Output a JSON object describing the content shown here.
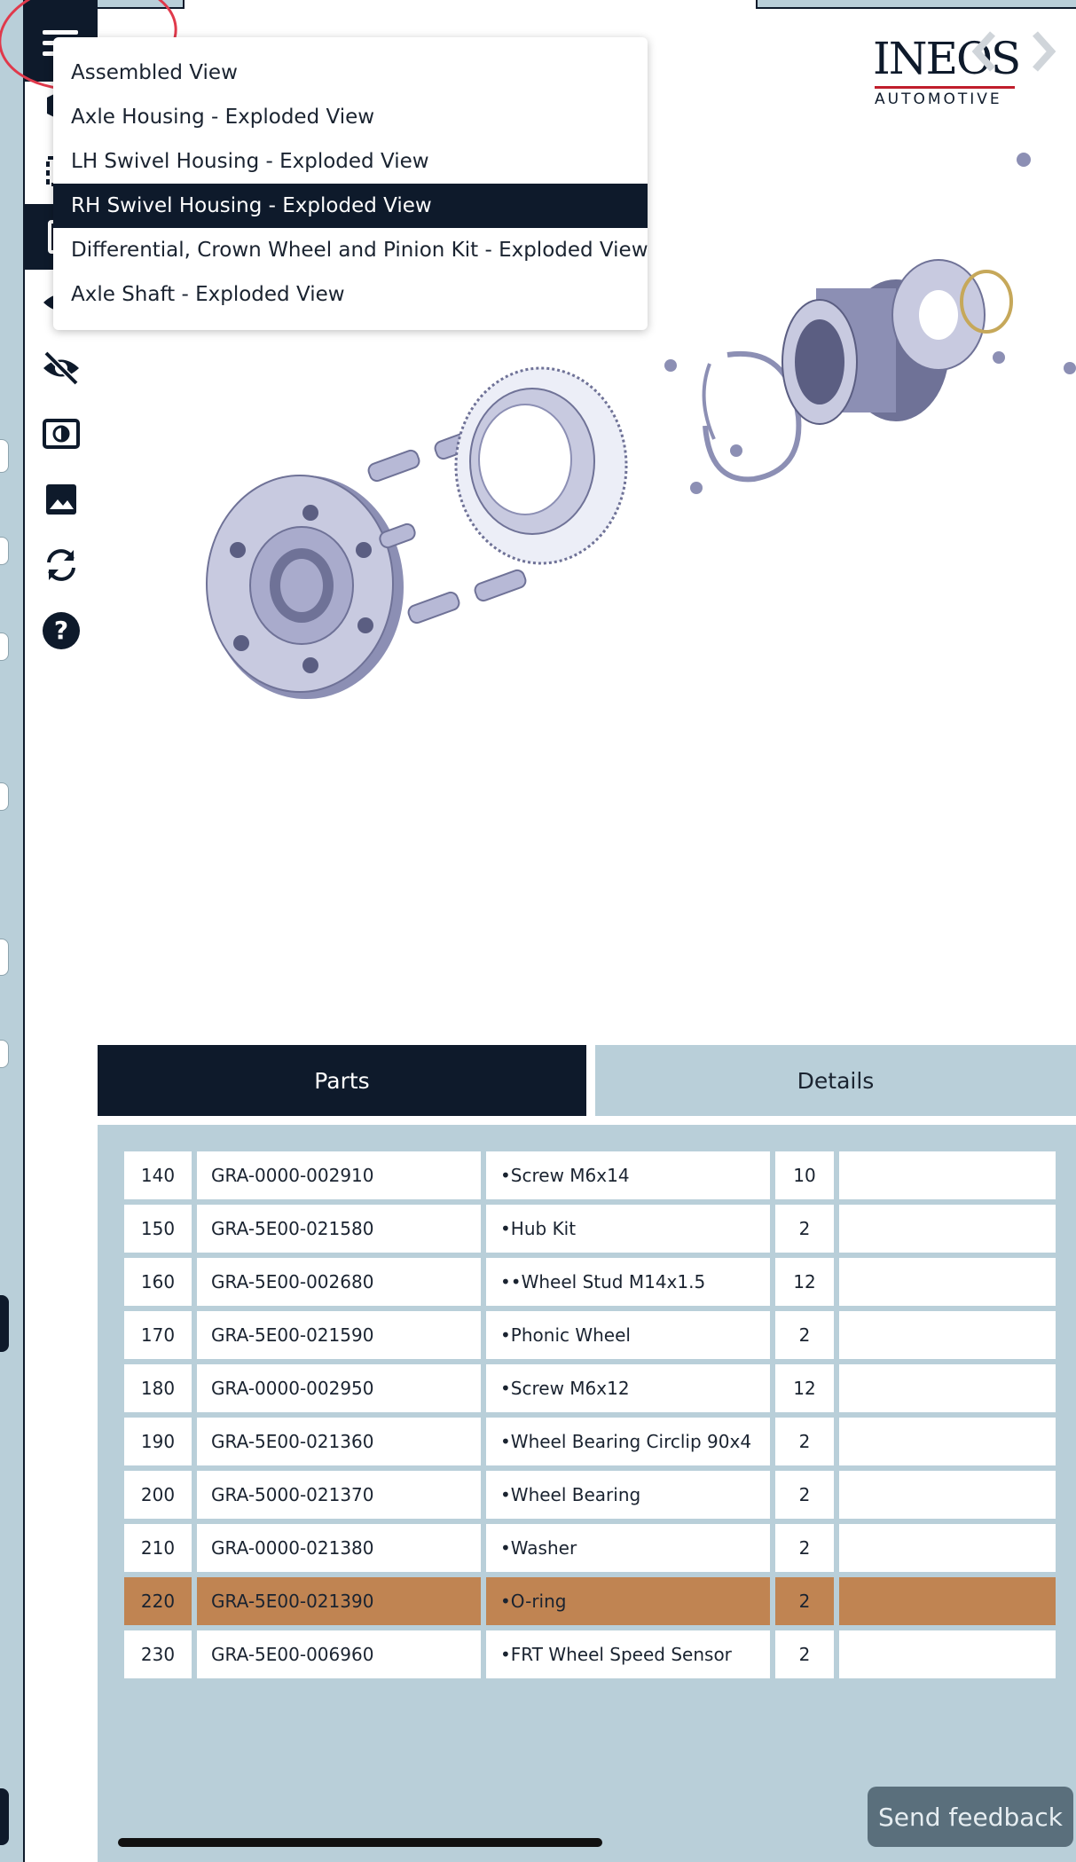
{
  "logo": {
    "name": "INEOS",
    "sub": "AUTOMOTIVE"
  },
  "view_menu": {
    "items": [
      "Assembled View",
      "Axle Housing - Exploded View",
      "LH Swivel Housing - Exploded View",
      "RH Swivel Housing - Exploded View",
      "Differential, Crown Wheel and Pinion Kit - Exploded View",
      "Axle Shaft - Exploded View"
    ],
    "selected": "RH Swivel Housing - Exploded View"
  },
  "tabs": {
    "parts": "Parts",
    "details": "Details"
  },
  "parts": [
    {
      "pos": "140",
      "part": "GRA-0000-002910",
      "desc": "•Screw M6x14",
      "qty": "10"
    },
    {
      "pos": "150",
      "part": "GRA-5E00-021580",
      "desc": "•Hub Kit",
      "qty": "2"
    },
    {
      "pos": "160",
      "part": "GRA-5E00-002680",
      "desc": "••Wheel Stud M14x1.5",
      "qty": "12"
    },
    {
      "pos": "170",
      "part": "GRA-5E00-021590",
      "desc": "•Phonic Wheel",
      "qty": "2"
    },
    {
      "pos": "180",
      "part": "GRA-0000-002950",
      "desc": "•Screw M6x12",
      "qty": "12"
    },
    {
      "pos": "190",
      "part": "GRA-5E00-021360",
      "desc": "•Wheel Bearing Circlip 90x4",
      "qty": "2"
    },
    {
      "pos": "200",
      "part": "GRA-5000-021370",
      "desc": "•Wheel Bearing",
      "qty": "2"
    },
    {
      "pos": "210",
      "part": "GRA-0000-021380",
      "desc": "•Washer",
      "qty": "2"
    },
    {
      "pos": "220",
      "part": "GRA-5E00-021390",
      "desc": "•O-ring",
      "qty": "2"
    },
    {
      "pos": "230",
      "part": "GRA-5E00-006960",
      "desc": "•FRT Wheel Speed Sensor",
      "qty": "2"
    }
  ],
  "highlighted_pos": "220",
  "feedback_label": "Send feedback",
  "colors": {
    "navy": "#0e1a2b",
    "panel": "#b9cfd9",
    "highlight": "#c08452",
    "annotation": "#e0394b"
  }
}
